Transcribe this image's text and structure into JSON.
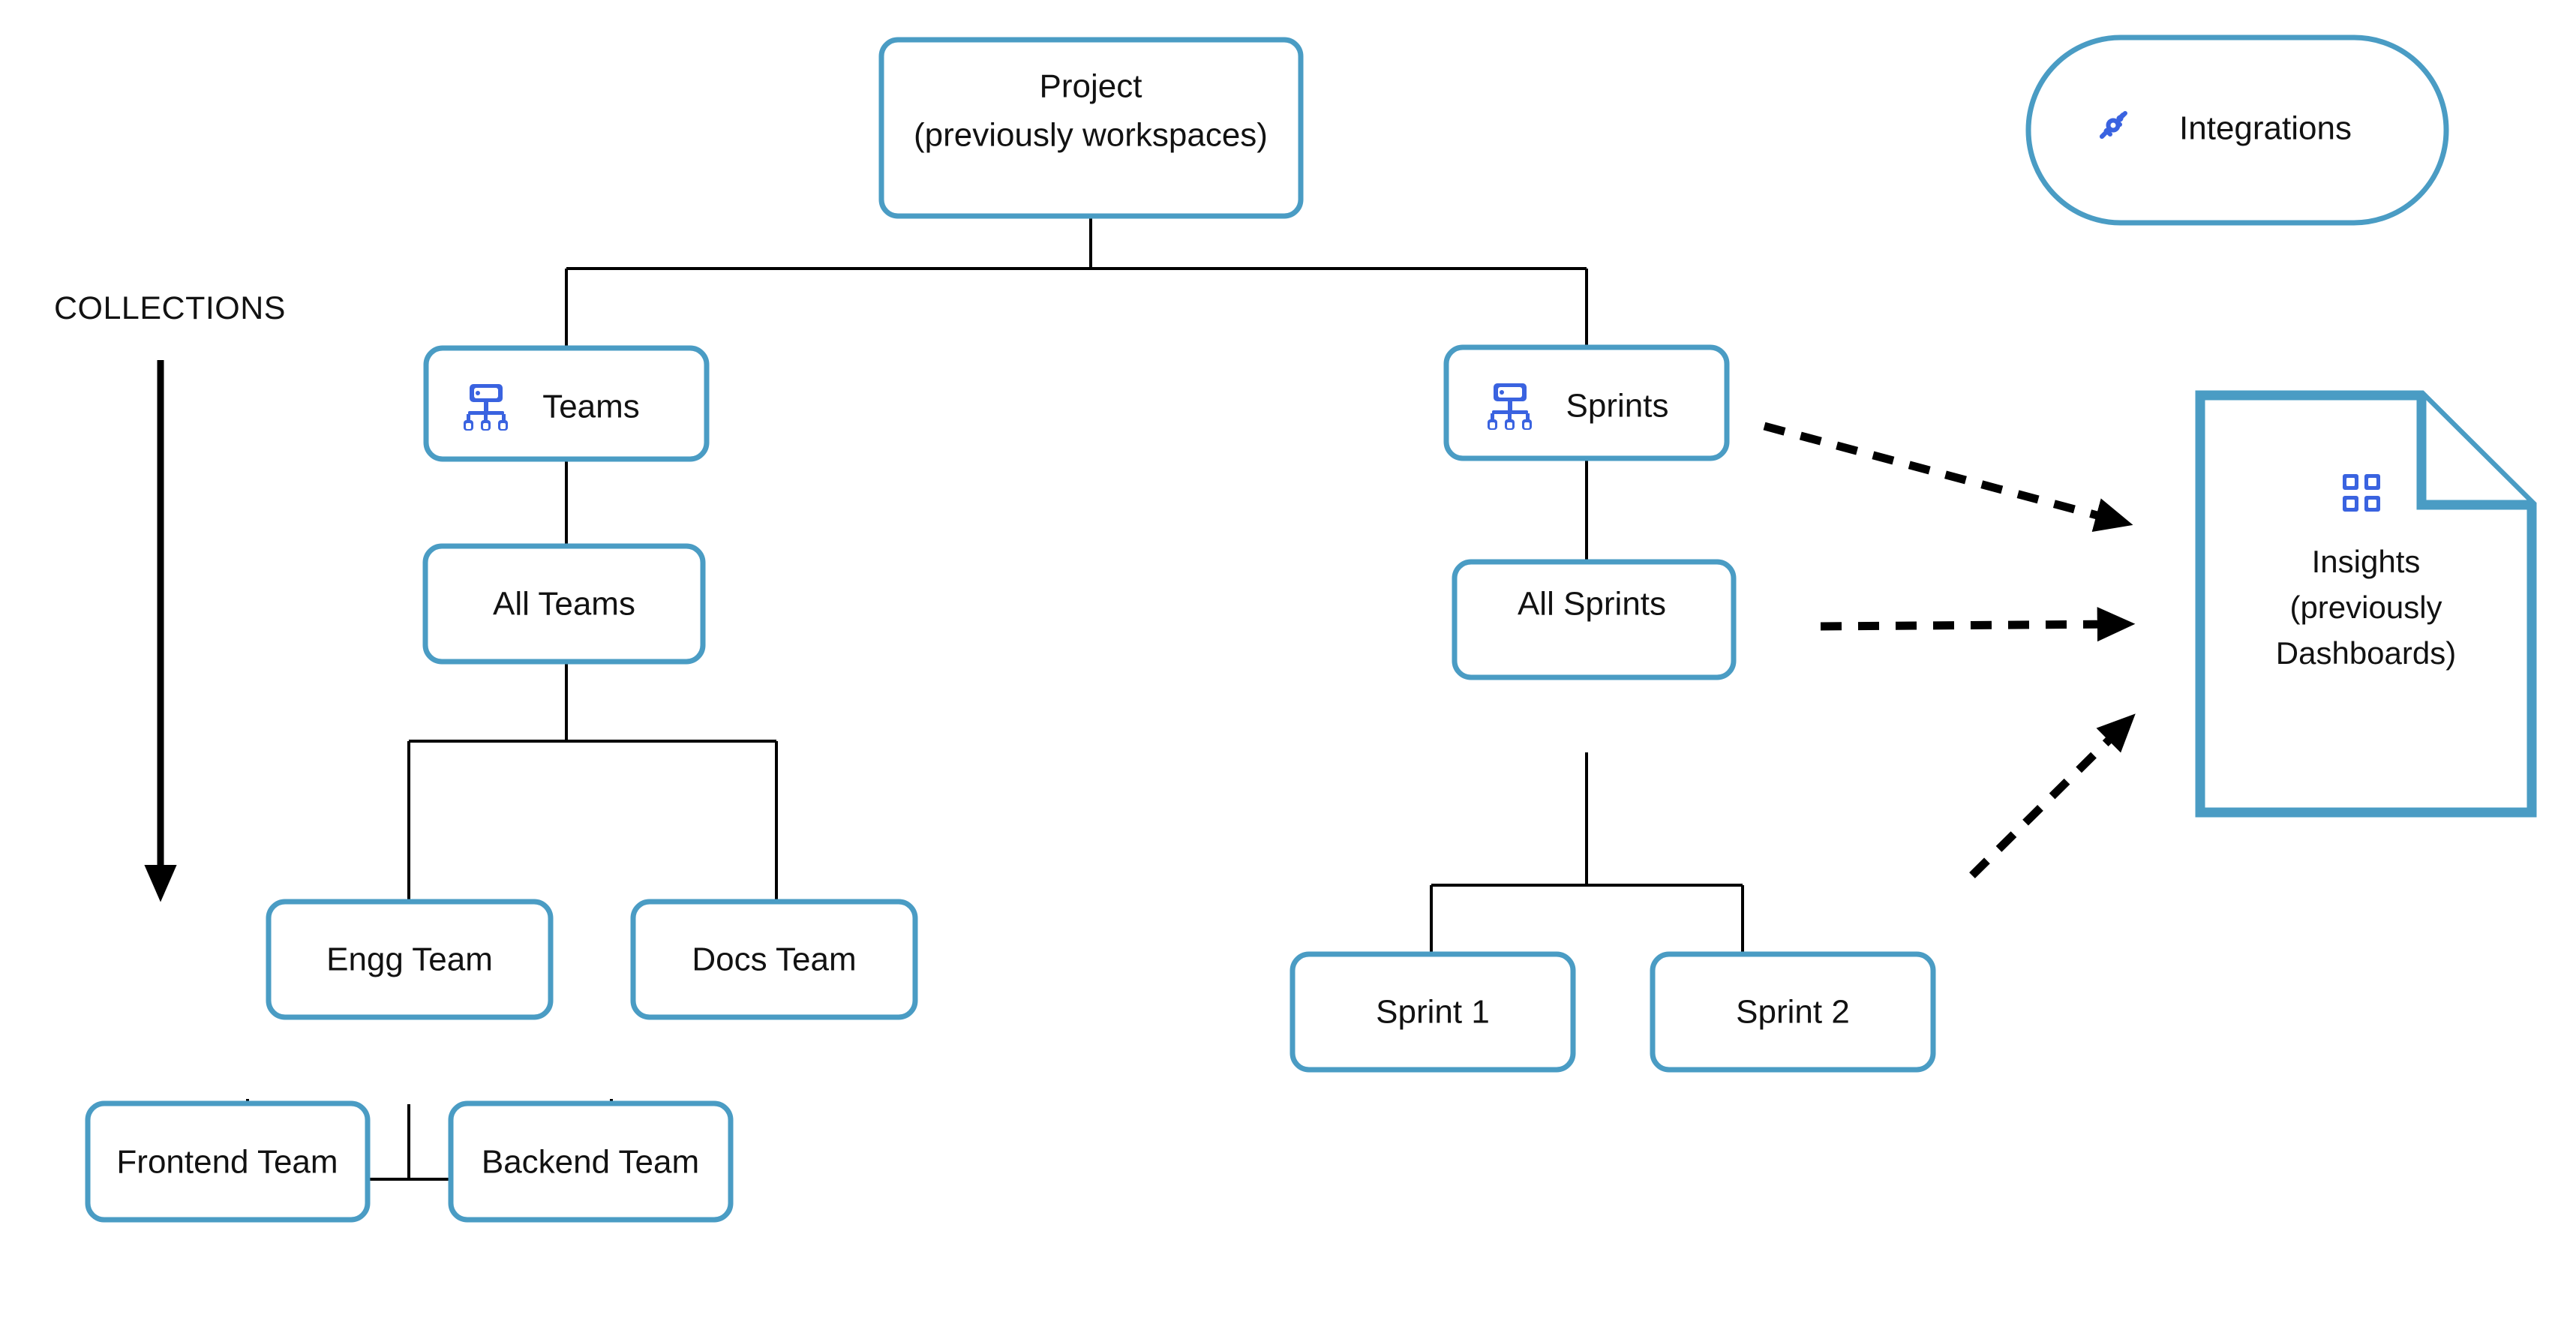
{
  "diagram": {
    "title_label": "COLLECTIONS",
    "accent_color": "#4A9CC4",
    "icon_color": "#3A63E0",
    "line_color": "#000000",
    "background": "#ffffff"
  },
  "nodes": {
    "project": {
      "label_line1": "Project",
      "label_line2": "(previously workspaces)"
    },
    "integrations": {
      "label": "Integrations",
      "icon": "plug-connector-icon"
    },
    "teams": {
      "label": "Teams",
      "icon": "org-chart-icon"
    },
    "all_teams": {
      "label": "All Teams"
    },
    "engg_team": {
      "label": "Engg Team"
    },
    "docs_team": {
      "label": "Docs Team"
    },
    "frontend_team": {
      "label": "Frontend Team"
    },
    "backend_team": {
      "label": "Backend Team"
    },
    "sprints": {
      "label": "Sprints",
      "icon": "org-chart-icon"
    },
    "all_sprints": {
      "label": "All Sprints"
    },
    "sprint_1": {
      "label": "Sprint 1"
    },
    "sprint_2": {
      "label": "Sprint 2"
    },
    "insights": {
      "label_line1": "Insights",
      "label_line2": "(previously",
      "label_line3": "Dashboards)",
      "icon": "dashboard-grid-icon"
    }
  }
}
